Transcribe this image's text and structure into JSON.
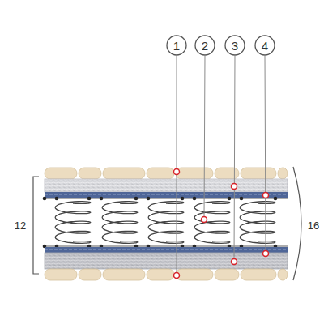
{
  "diagram": {
    "labels": [
      "1",
      "2",
      "3",
      "4",
      "12",
      "16"
    ]
  }
}
